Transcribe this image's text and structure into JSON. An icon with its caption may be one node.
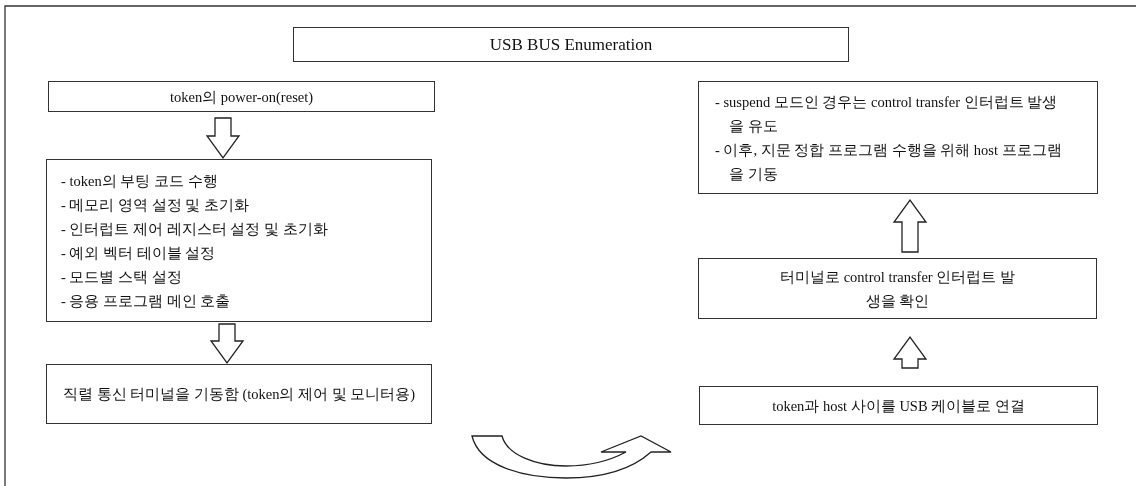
{
  "diagram": {
    "title": "USB BUS Enumeration",
    "nodes": [
      {
        "text": [
          "token의 power-on(reset)"
        ]
      },
      {
        "text": [
          "- token의 부팅 코드 수행",
          "- 메모리 영역 설정 및 초기화",
          "- 인터럽트 제어 레지스터 설정 및 초기화",
          "- 예외 벡터 테이블 설정",
          "- 모드별 스택 설정",
          "- 응용 프로그램 메인 호출"
        ]
      },
      {
        "text": [
          "직렬 통신 터미널을 기동함 (token의 제어 및 모니터용)"
        ]
      },
      {
        "text": [
          "token과 host 사이를 USB 케이블로 연결"
        ]
      },
      {
        "text": [
          "터미널로 control transfer 인터럽트 발생을 확인"
        ]
      },
      {
        "text": [
          "- suspend 모드인 경우는 control transfer 인터럽트 발생을 유도",
          "- 이후, 지문 정합 프로그램 수행을 위해 host 프로그램을 기동"
        ]
      }
    ],
    "edges": [
      {
        "from": 0,
        "to": 1,
        "arrow": "to"
      },
      {
        "from": 1,
        "to": 2,
        "arrow": "to"
      },
      {
        "from": 2,
        "to": 3,
        "arrow": "to"
      },
      {
        "from": 3,
        "to": 4,
        "arrow": "to"
      },
      {
        "from": 4,
        "to": 5,
        "arrow": "to"
      }
    ]
  }
}
